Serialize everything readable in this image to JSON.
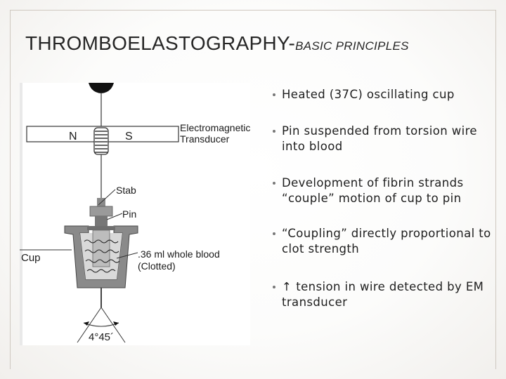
{
  "slide": {
    "title_main": "THROMBOELASTOGRAPHY-",
    "title_sub": "BASIC PRINCIPLES"
  },
  "diagram": {
    "labels": {
      "north": "N",
      "south": "S",
      "transducer_line1": "Electromagnetic",
      "transducer_line2": "Transducer",
      "stab": "Stab",
      "pin": "Pin",
      "cup": "Cup",
      "blood_line1": ".36 ml whole blood",
      "blood_line2": "(Clotted)",
      "angle": "4°45´"
    }
  },
  "bullets": [
    {
      "text": "Heated (37C) oscillating cup"
    },
    {
      "text": "Pin suspended from torsion wire into blood"
    },
    {
      "text": "Development of fibrin strands “couple” motion of cup to pin"
    },
    {
      "text": "“Coupling” directly proportional to clot strength"
    },
    {
      "prefix_icon": "up-arrow-icon",
      "symbol": "↑",
      "text": "tension in wire detected by EM transducer"
    }
  ]
}
